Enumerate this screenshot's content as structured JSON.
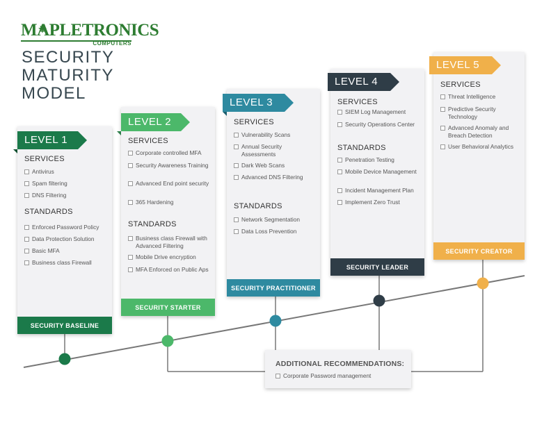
{
  "logo": {
    "wordmark": "MAPLETRONICS",
    "sub": "COMPUTERS"
  },
  "title": [
    "SECURITY",
    "MATURITY",
    "MODEL"
  ],
  "services_heading": "SERVICES",
  "standards_heading": "STANDARDS",
  "levels": [
    {
      "label": "LEVEL 1",
      "color": "#1b7a4a",
      "footer": "SECURITY BASELINE",
      "services": [
        "Antivirus",
        "Spam filtering",
        "DNS Filtering"
      ],
      "standards": [
        "Enforced Password Policy",
        "Data Protection Solution",
        "Basic MFA",
        "Business class Firewall"
      ]
    },
    {
      "label": "LEVEL 2",
      "color": "#4cb86a",
      "footer": "SECURITY STARTER",
      "services": [
        "Corporate controlled MFA",
        "Security Awareness Training",
        "Advanced End point security",
        "365 Hardening"
      ],
      "standards": [
        "Business class Firewall with Advanced Filtering",
        "Mobile Drive encryption",
        "MFA Enforced on Public Aps"
      ]
    },
    {
      "label": "LEVEL 3",
      "color": "#2e8aa0",
      "footer": "SECURITY PRACTITIONER",
      "services": [
        "Vulnerability Scans",
        "Annual Security Assessments",
        "Dark Web Scans",
        "Advanced DNS Filtering"
      ],
      "standards": [
        "Network Segmentation",
        "Data Loss Prevention"
      ]
    },
    {
      "label": "LEVEL 4",
      "color": "#2f3d47",
      "footer": "SECURITY LEADER",
      "services": [
        "SIEM Log Management",
        "Security Operations Center"
      ],
      "standards": [
        "Penetration Testing",
        "Mobile Device Management",
        "Incident Management Plan",
        "Implement Zero Trust"
      ]
    },
    {
      "label": "LEVEL 5",
      "color": "#f0b04a",
      "footer": "SECURITY CREATOR",
      "services": [
        "Threat Intelligence",
        "Predictive Security Technology",
        "Advanced Anomaly and Breach Detection",
        "User Behavioral Analytics"
      ],
      "standards": []
    }
  ],
  "additional": {
    "title": "ADDITIONAL RECOMMENDATIONS:",
    "items": [
      "Corporate Password management"
    ]
  },
  "colors": {
    "line": "#777777",
    "logo_green": "#2e7d32"
  }
}
